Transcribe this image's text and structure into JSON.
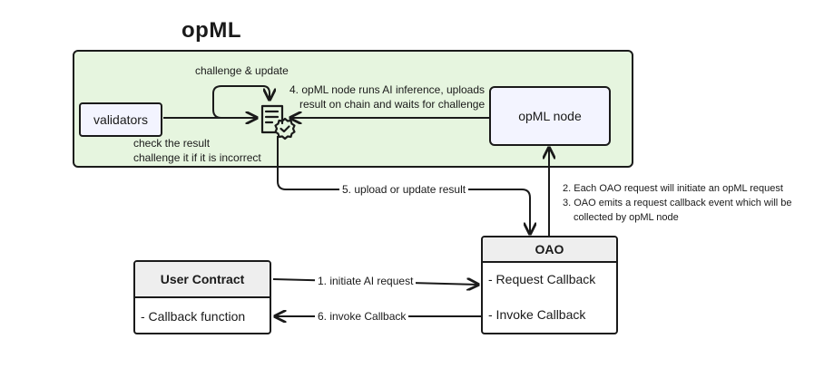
{
  "title": "opML",
  "nodes": {
    "validators": "validators",
    "opml_node": "opML node",
    "user_contract": {
      "title": "User Contract",
      "rows": [
        "- Callback function"
      ]
    },
    "oao": {
      "title": "OAO",
      "rows": [
        "- Request Callback",
        "- Invoke Callback"
      ]
    }
  },
  "icons": {
    "contract": "verified-document-icon"
  },
  "edges": {
    "challenge_update": "challenge & update",
    "step4": [
      "4. opML node  runs AI inference, uploads",
      "result on chain and waits for challenge"
    ],
    "check": [
      "check the result",
      "challenge it if it is incorrect"
    ],
    "step5": "5. upload or update result",
    "step23": [
      "2. Each OAO request will initiate an opML request",
      "3. OAO emits a request callback event which will be",
      "collected by opML node"
    ],
    "step1": "1. initiate AI request",
    "step6": "6. invoke Callback"
  },
  "colors": {
    "region_fill": "#e6f5df",
    "node_fill": "#f3f4ff",
    "header_fill": "#eeeeee",
    "stroke": "#1a1a1a"
  }
}
